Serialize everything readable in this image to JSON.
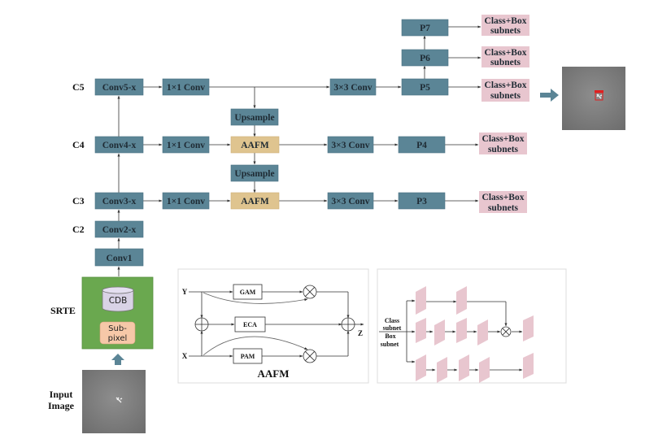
{
  "colors": {
    "conv_block": "#5b8596",
    "conv_block_border": "#4a7282",
    "aafm_block": "#dfc48f",
    "subnet_block": "#e8c6cf",
    "srte_box": "#6aa84f",
    "cdb_fill": "#d9d3e6",
    "subpixel_fill": "#f6c8a8",
    "line": "#333333",
    "detection_box": "#e02020"
  },
  "backbone": {
    "level_labels": [
      "C5",
      "C4",
      "C3",
      "C2"
    ],
    "blocks": [
      "Conv5-x",
      "Conv4-x",
      "Conv3-x",
      "Conv2-x",
      "Conv1"
    ]
  },
  "lateral": {
    "conv1x1": [
      "1×1 Conv",
      "1×1 Conv",
      "1×1 Conv"
    ]
  },
  "topdown": {
    "upsample": [
      "Upsample",
      "Upsample"
    ],
    "aafm": [
      "AAFM",
      "AAFM"
    ]
  },
  "output_conv": [
    "3×3 Conv",
    "3×3 Conv",
    "3×3 Conv"
  ],
  "pyramid": [
    "P7",
    "P6",
    "P5",
    "P4",
    "P3"
  ],
  "heads": {
    "label_line1": "Class+Box",
    "label_line2": "subnets"
  },
  "srte": {
    "label": "SRTE",
    "cdb": "CDB",
    "subpixel_line1": "Sub-",
    "subpixel_line2": "pixel"
  },
  "input": {
    "label_line1": "Input",
    "label_line2": "Image"
  },
  "aafm_detail": {
    "title": "AAFM",
    "input_y": "Y",
    "input_x": "X",
    "output_z": "Z",
    "modules": [
      "GAM",
      "ECA",
      "PAM"
    ]
  },
  "subnet_detail": {
    "label_class_line1": "Class",
    "label_class_line2": "subnet",
    "label_box_line1": "Box",
    "label_box_line2": "subnet"
  }
}
